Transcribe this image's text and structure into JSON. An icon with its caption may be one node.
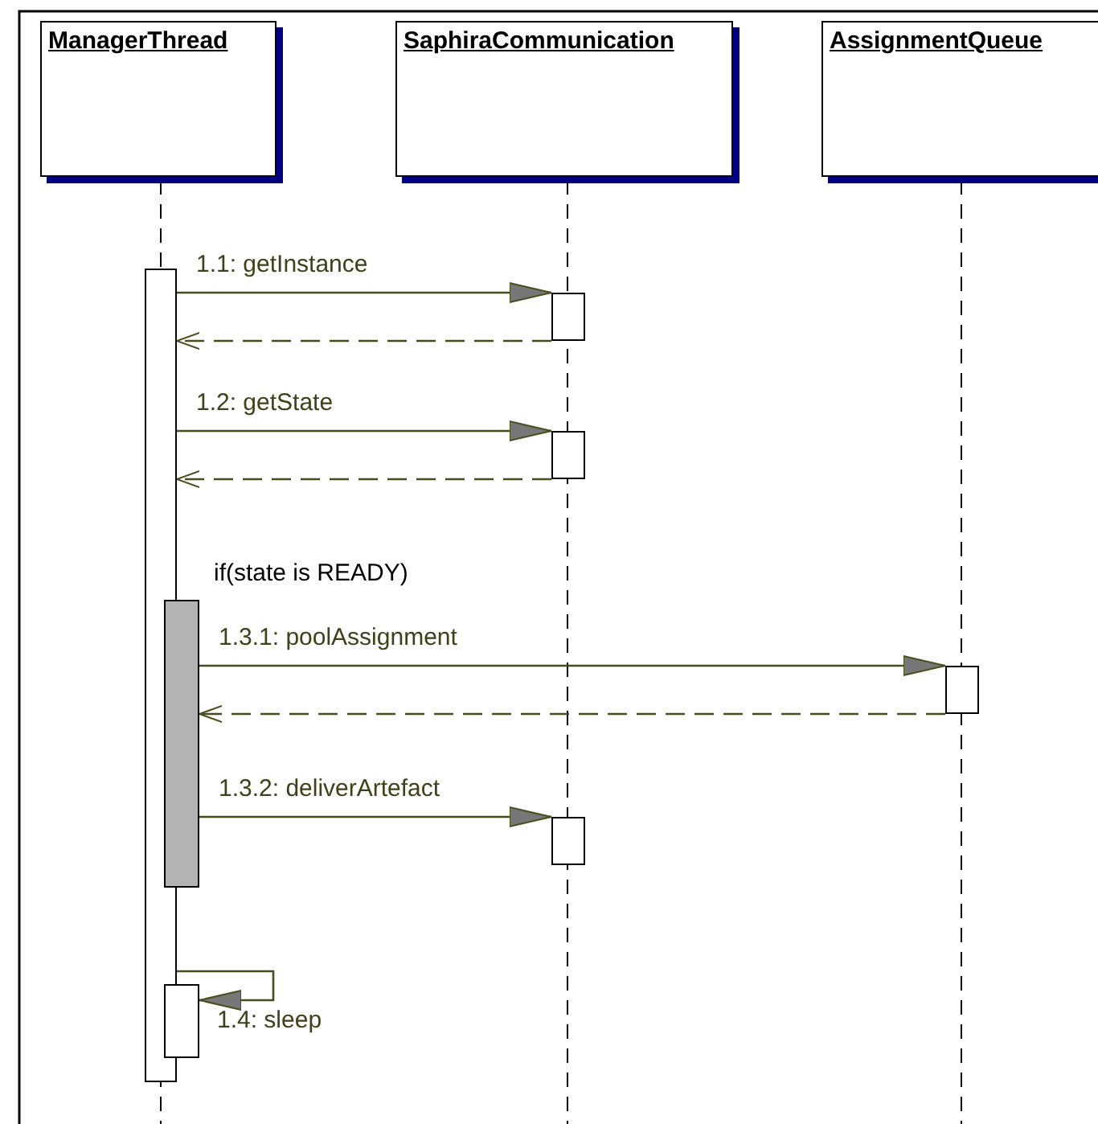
{
  "diagram": {
    "nodes": [
      {
        "text": [
          "ManagerThread"
        ]
      },
      {
        "text": [
          "SaphiraCommunication"
        ]
      },
      {
        "text": [
          "AssignmentQueue"
        ]
      },
      {
        "text": [],
        "shape": "bar"
      },
      {
        "text": [],
        "shape": "bar"
      },
      {
        "text": [],
        "shape": "bar"
      },
      {
        "text": [],
        "shape": "bar"
      },
      {
        "text": [],
        "shape": "bar"
      },
      {
        "text": [],
        "shape": "bar"
      },
      {
        "text": [],
        "shape": "bar"
      }
    ],
    "edges": [
      {
        "from": 3,
        "to": 4,
        "arrow": "to",
        "label": "1.1: getInstance"
      },
      {
        "from": 4,
        "to": 3,
        "arrow": "to",
        "style": "dashed"
      },
      {
        "from": 3,
        "to": 5,
        "arrow": "to",
        "label": "1.2: getState"
      },
      {
        "from": 5,
        "to": 3,
        "arrow": "to",
        "style": "dashed"
      },
      {
        "from": 6,
        "to": 7,
        "arrow": "to",
        "label": "1.3.1: poolAssignment"
      },
      {
        "from": 7,
        "to": 6,
        "arrow": "to",
        "style": "dashed"
      },
      {
        "from": 6,
        "to": 8,
        "arrow": "to",
        "label": "1.3.2: deliverArtefact"
      },
      {
        "from": 3,
        "to": 9,
        "arrow": "to",
        "label": "1.4: sleep"
      }
    ],
    "labels": [
      "if(state is READY)"
    ]
  }
}
